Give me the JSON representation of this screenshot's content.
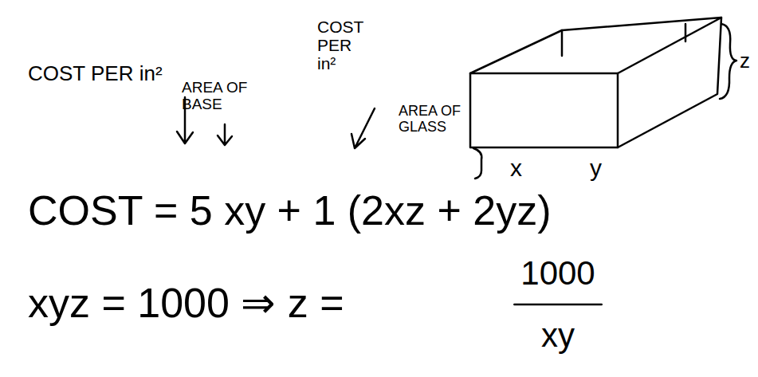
{
  "diagram": {
    "labels": [
      "COST PER in²",
      "AREA OF BASE",
      "COST PER in²",
      "AREA OF GLASS",
      "z",
      "x",
      "y",
      "COST = 5 xy + 1 (2xz + 2yz)",
      "xyz = 1000 ⇒ z =",
      "1000",
      "xy"
    ]
  }
}
